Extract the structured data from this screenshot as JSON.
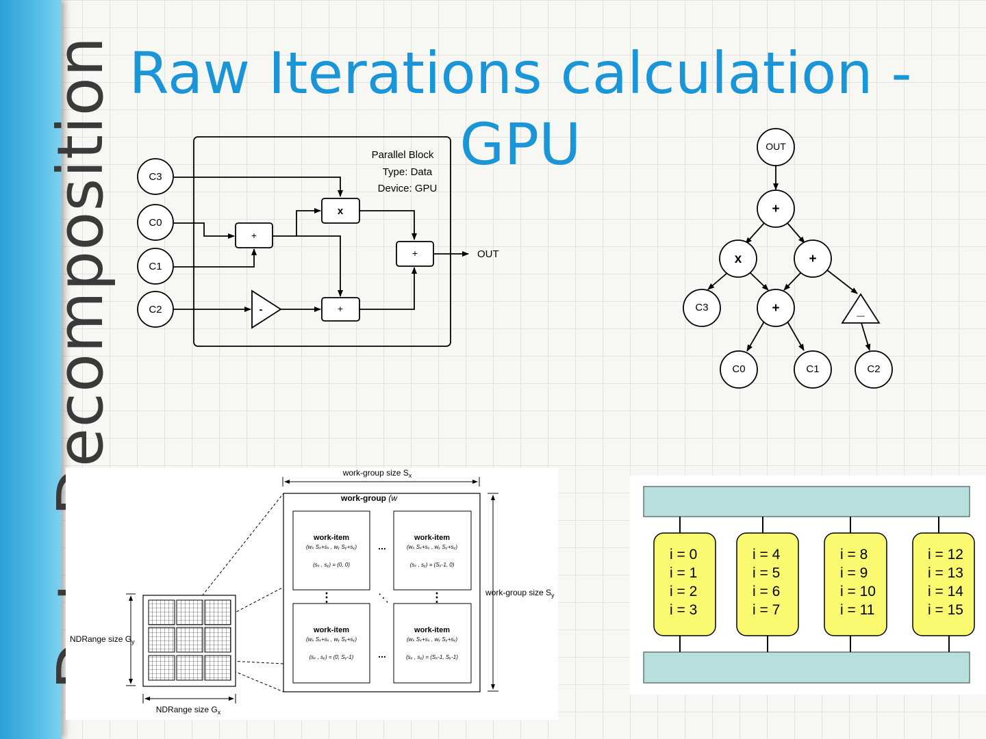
{
  "sidebar": {
    "text": "Data Decomposition"
  },
  "title": "Raw Iterations calculation - GPU",
  "block_diagram": {
    "block_title": "Parallel Block",
    "block_type": "Type: Data",
    "block_device": "Device: GPU",
    "inputs": [
      "C3",
      "C0",
      "C1",
      "C2"
    ],
    "ops": {
      "add1": "+",
      "mul": "x",
      "add_out": "+",
      "neg": "-",
      "add2": "+"
    },
    "output": "OUT"
  },
  "tree_diagram": {
    "out": "OUT",
    "root": "+",
    "mul": "x",
    "add_right": "+",
    "add_mid": "+",
    "neg": "_",
    "leaves": {
      "c3": "C3",
      "c0": "C0",
      "c1": "C1",
      "c2": "C2"
    }
  },
  "ndrange_diagram": {
    "wg_size_x": "work-group size S",
    "wg_size_x_sub": "x",
    "wg_size_y": "work-group size S",
    "wg_size_y_sub": "y",
    "work_group_label": "work-group",
    "work_group_coords": "(w",
    "ndrange_y": "NDRange size G",
    "ndrange_y_sub": "y",
    "ndrange_x": "NDRange size G",
    "ndrange_x_sub": "x",
    "work_item": "work-item",
    "formula": "(wₓ Sₓ+sₓ , wᵧ Sᵧ+sᵧ)",
    "items": [
      {
        "coord": "(sₓ , sᵧ) = (0, 0)"
      },
      {
        "coord": "(sₓ , sᵧ) = (Sₓ-1, 0)"
      },
      {
        "coord": "(sₓ , sᵧ) = (0, Sᵧ-1)"
      },
      {
        "coord": "(sₓ , sᵧ) = (Sₓ-1, Sᵧ-1)"
      }
    ],
    "ellipsis": "...",
    "vdots": "⋮",
    "ddots": "⋱"
  },
  "iterations_diagram": {
    "groups": [
      [
        "i = 0",
        "i = 1",
        "i = 2",
        "i = 3"
      ],
      [
        "i = 4",
        "i = 5",
        "i = 6",
        "i = 7"
      ],
      [
        "i = 8",
        "i = 9",
        "i = 10",
        "i = 11"
      ],
      [
        "i = 12",
        "i = 13",
        "i = 14",
        "i = 15"
      ]
    ],
    "colors": {
      "box": "#fafa70",
      "bar": "#b7dfde"
    }
  }
}
